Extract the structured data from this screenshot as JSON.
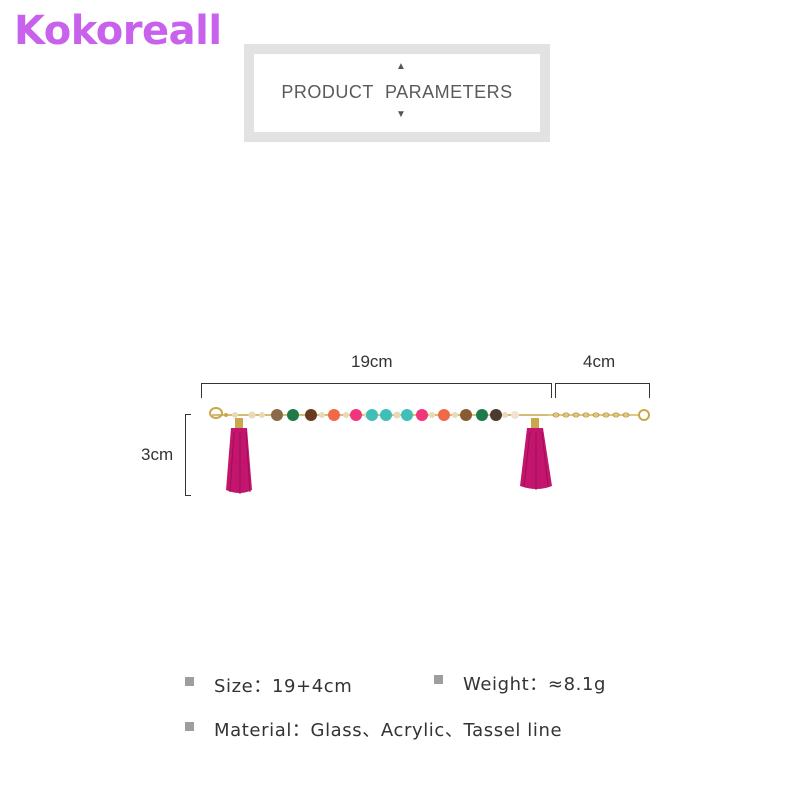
{
  "brand": {
    "name": "Kokoreall"
  },
  "section": {
    "title": "PRODUCT PARAMETERS"
  },
  "dimensions": {
    "length_main": "19cm",
    "length_extension": "4cm",
    "tassel_height": "3cm"
  },
  "specs": {
    "size": "Size：19+4cm",
    "weight": "Weight：≈8.1g",
    "material": "Material：Glass、Acrylic、Tassel line"
  },
  "colors": {
    "brand": "#c862ec",
    "tassel": "#c4156e",
    "chain": "#c9a74a",
    "bead_turquoise": "#3fbfb8",
    "bead_pink": "#f0357a",
    "bead_orange": "#f06a4a",
    "bead_green": "#1f7a4a",
    "bead_brown": "#6a3a20"
  }
}
